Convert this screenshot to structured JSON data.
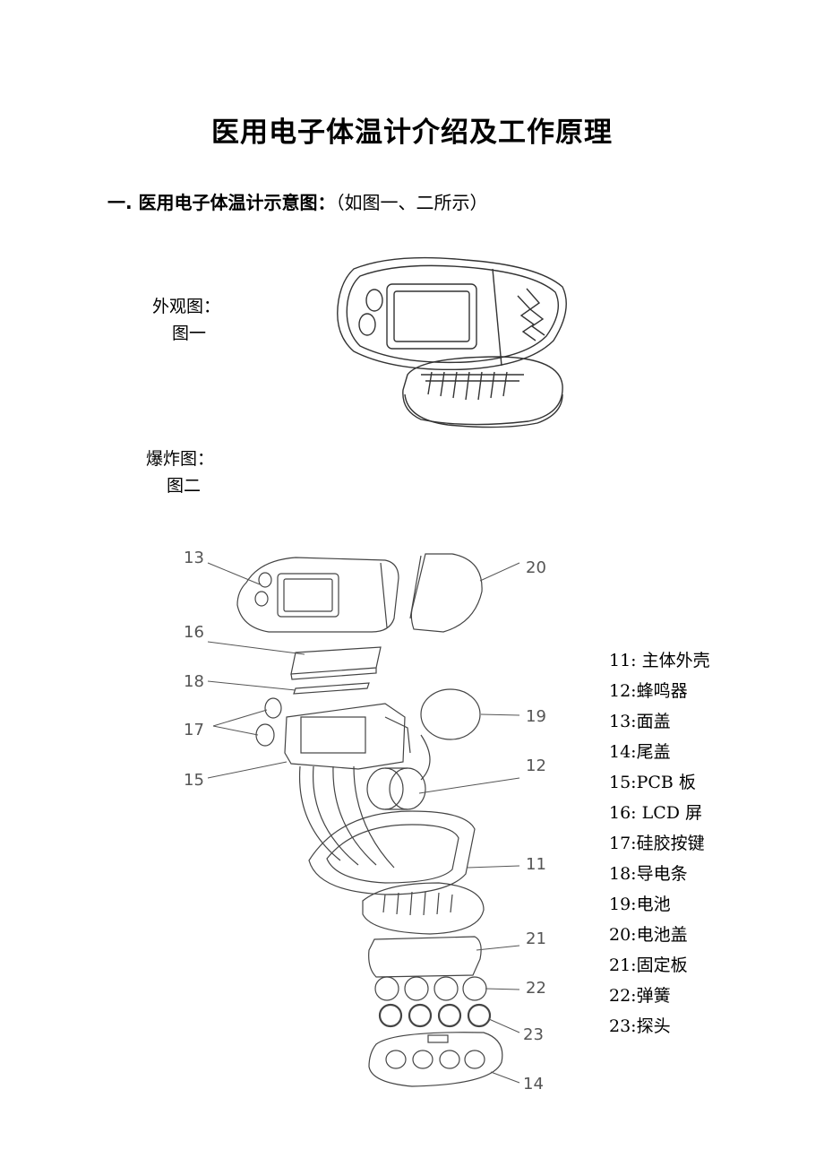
{
  "title": "医用电子体温计介绍及工作原理",
  "section1": {
    "heading": "一. 医用电子体温计示意图：",
    "note": "（如图一、二所示）"
  },
  "figure1": {
    "label": "外观图：",
    "caption": "图一"
  },
  "figure2": {
    "label": "爆炸图：",
    "caption": "图二"
  },
  "callouts": [
    "13",
    "16",
    "18",
    "17",
    "15",
    "20",
    "19",
    "12",
    "11",
    "21",
    "22",
    "23",
    "14"
  ],
  "legend": [
    "11: 主体外壳",
    "12:蜂鸣器",
    "13:面盖",
    "14:尾盖",
    "15:PCB 板",
    "16: LCD 屏",
    "17:硅胶按键",
    "18:导电条",
    "19:电池",
    "20:电池盖",
    "21:固定板",
    "22:弹簧",
    "23:探头"
  ]
}
